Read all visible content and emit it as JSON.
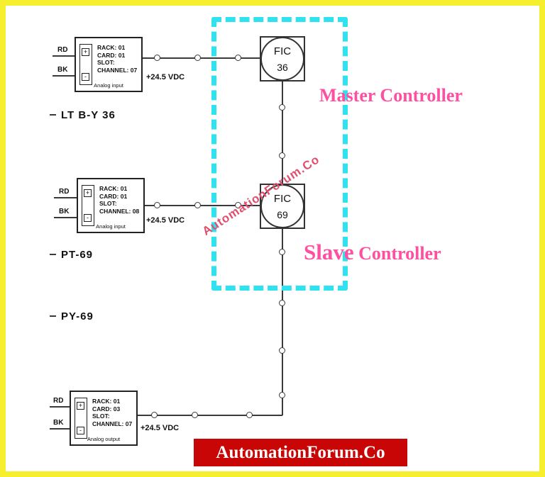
{
  "diagram": {
    "controllers": [
      {
        "line1": "FIC",
        "line2": "36"
      },
      {
        "line1": "FIC",
        "line2": "69"
      }
    ],
    "io_cards": [
      {
        "rack": "RACK: 01",
        "card": "CARD: 01",
        "slot": "SLOT:",
        "channel": "CHANNEL: 07",
        "type": "Analog input",
        "wire_top": "RD",
        "wire_bottom": "BK",
        "plus": "+",
        "minus": "-",
        "supply": "+24.5 VDC"
      },
      {
        "rack": "RACK: 01",
        "card": "CARD: 01",
        "slot": "SLOT:",
        "channel": "CHANNEL: 08",
        "type": "Analog input",
        "wire_top": "RD",
        "wire_bottom": "BK",
        "plus": "+",
        "minus": "-",
        "supply": "+24.5 VDC"
      },
      {
        "rack": "RACK: 01",
        "card": "CARD: 03",
        "slot": "SLOT:",
        "channel": "CHANNEL: 07",
        "type": "Analog output",
        "wire_top": "RD",
        "wire_bottom": "BK",
        "plus": "+",
        "minus": "-",
        "supply": "+24.5 VDC"
      }
    ],
    "tags": [
      {
        "label": "LT B-Y 36"
      },
      {
        "label": "PT-69"
      },
      {
        "label": "PY-69"
      }
    ],
    "annotations": {
      "master": "Master Controller",
      "slave_word": "Slave",
      "slave_rest": " Controller"
    },
    "watermark": "AutomationForum.Co",
    "banner": "AutomationForum.Co",
    "colors": {
      "highlight_box": "#2fe2f0",
      "annotation_pink": "#ff4fa0",
      "banner_red": "#c80606",
      "border_yellow": "#f6ef2d"
    }
  }
}
